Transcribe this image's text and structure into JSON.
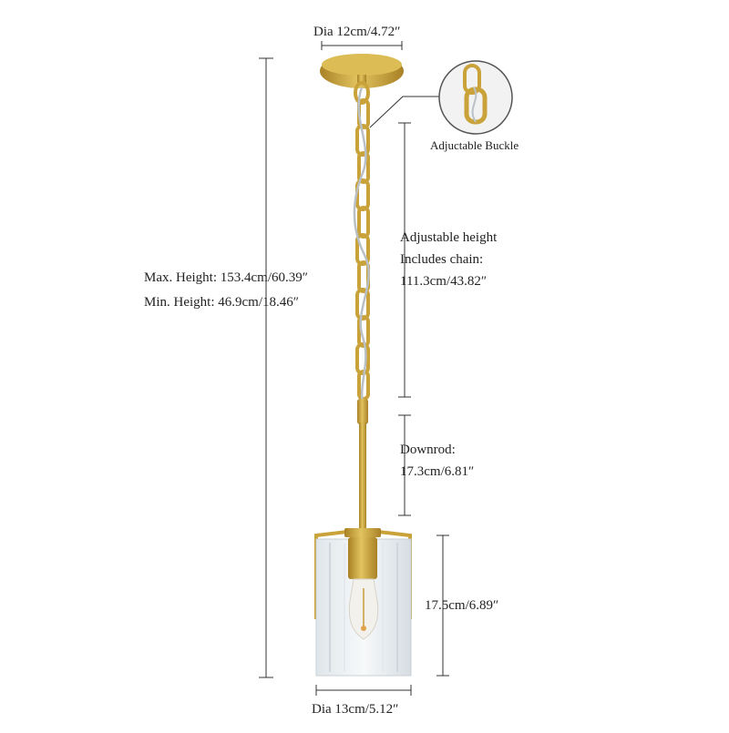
{
  "canopy_diameter": "Dia 12cm/4.72″",
  "buckle_label": "Adjuctable Buckle",
  "max_height": "Max. Height: 153.4cm/60.39″",
  "min_height": "Min. Height: 46.9cm/18.46″",
  "chain_line1": "Adjustable height",
  "chain_line2": "Includes chain:",
  "chain_line3": "111.3cm/43.82″",
  "downrod_line1": "Downrod:",
  "downrod_line2": "17.3cm/6.81″",
  "shade_height": "17.5cm/6.89″",
  "shade_diameter": "Dia 13cm/5.12″",
  "colors": {
    "gold": "#c9a23a",
    "gold_dark": "#a88125",
    "dim_line": "#333333",
    "glass": "#e9eef1"
  }
}
